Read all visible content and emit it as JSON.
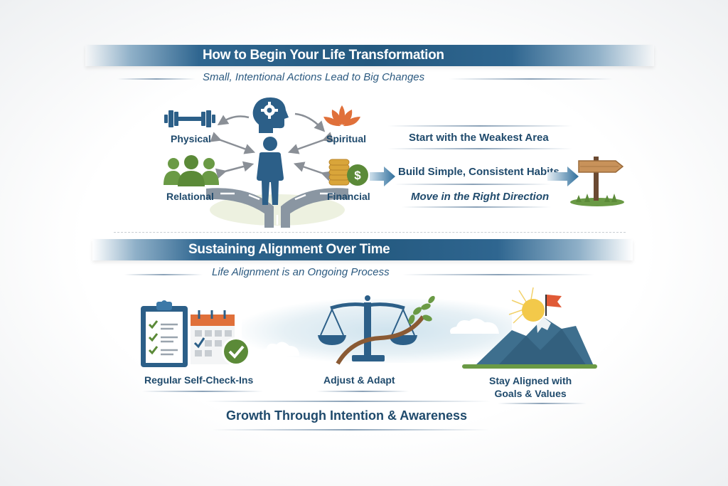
{
  "section1": {
    "title": "How to Begin Your Life Transformation",
    "subtitle": "Small, Intentional Actions Lead to Big Changes",
    "areas": [
      {
        "label": "Physical",
        "icon": "dumbbell-icon"
      },
      {
        "label": "Spiritual",
        "icon": "lotus-icon"
      },
      {
        "label": "Relational",
        "icon": "people-group-icon"
      },
      {
        "label": "Financial",
        "icon": "coins-dollar-icon"
      }
    ],
    "center_icons": [
      "brain-gear-icon",
      "person-icon",
      "crossroads-icon"
    ],
    "steps": [
      {
        "text": "Start with the Weakest Area",
        "style": "bold"
      },
      {
        "text": "Build Simple, Consistent Habits",
        "style": "bold"
      },
      {
        "text": "Move in the Right Direction",
        "style": "italic"
      }
    ],
    "end_icon": "signpost-icon"
  },
  "section2": {
    "title": "Sustaining Alignment Over Time",
    "subtitle": "Life Alignment is an Ongoing Process",
    "items": [
      {
        "label": "Regular Self-Check-Ins",
        "icon": "clipboard-calendar-check-icon"
      },
      {
        "label": "Adjust & Adapt",
        "icon": "balance-scale-branch-icon"
      },
      {
        "label_line1": "Stay Aligned with",
        "label_line2": "Goals & Values",
        "icon": "mountain-flag-sun-icon"
      }
    ],
    "footer": "Growth Through Intention & Awareness"
  },
  "colors": {
    "banner": "#24597f",
    "text": "#1f4a6c",
    "green": "#5e8f3e",
    "orange": "#e0703a",
    "gold": "#d9a53a"
  }
}
